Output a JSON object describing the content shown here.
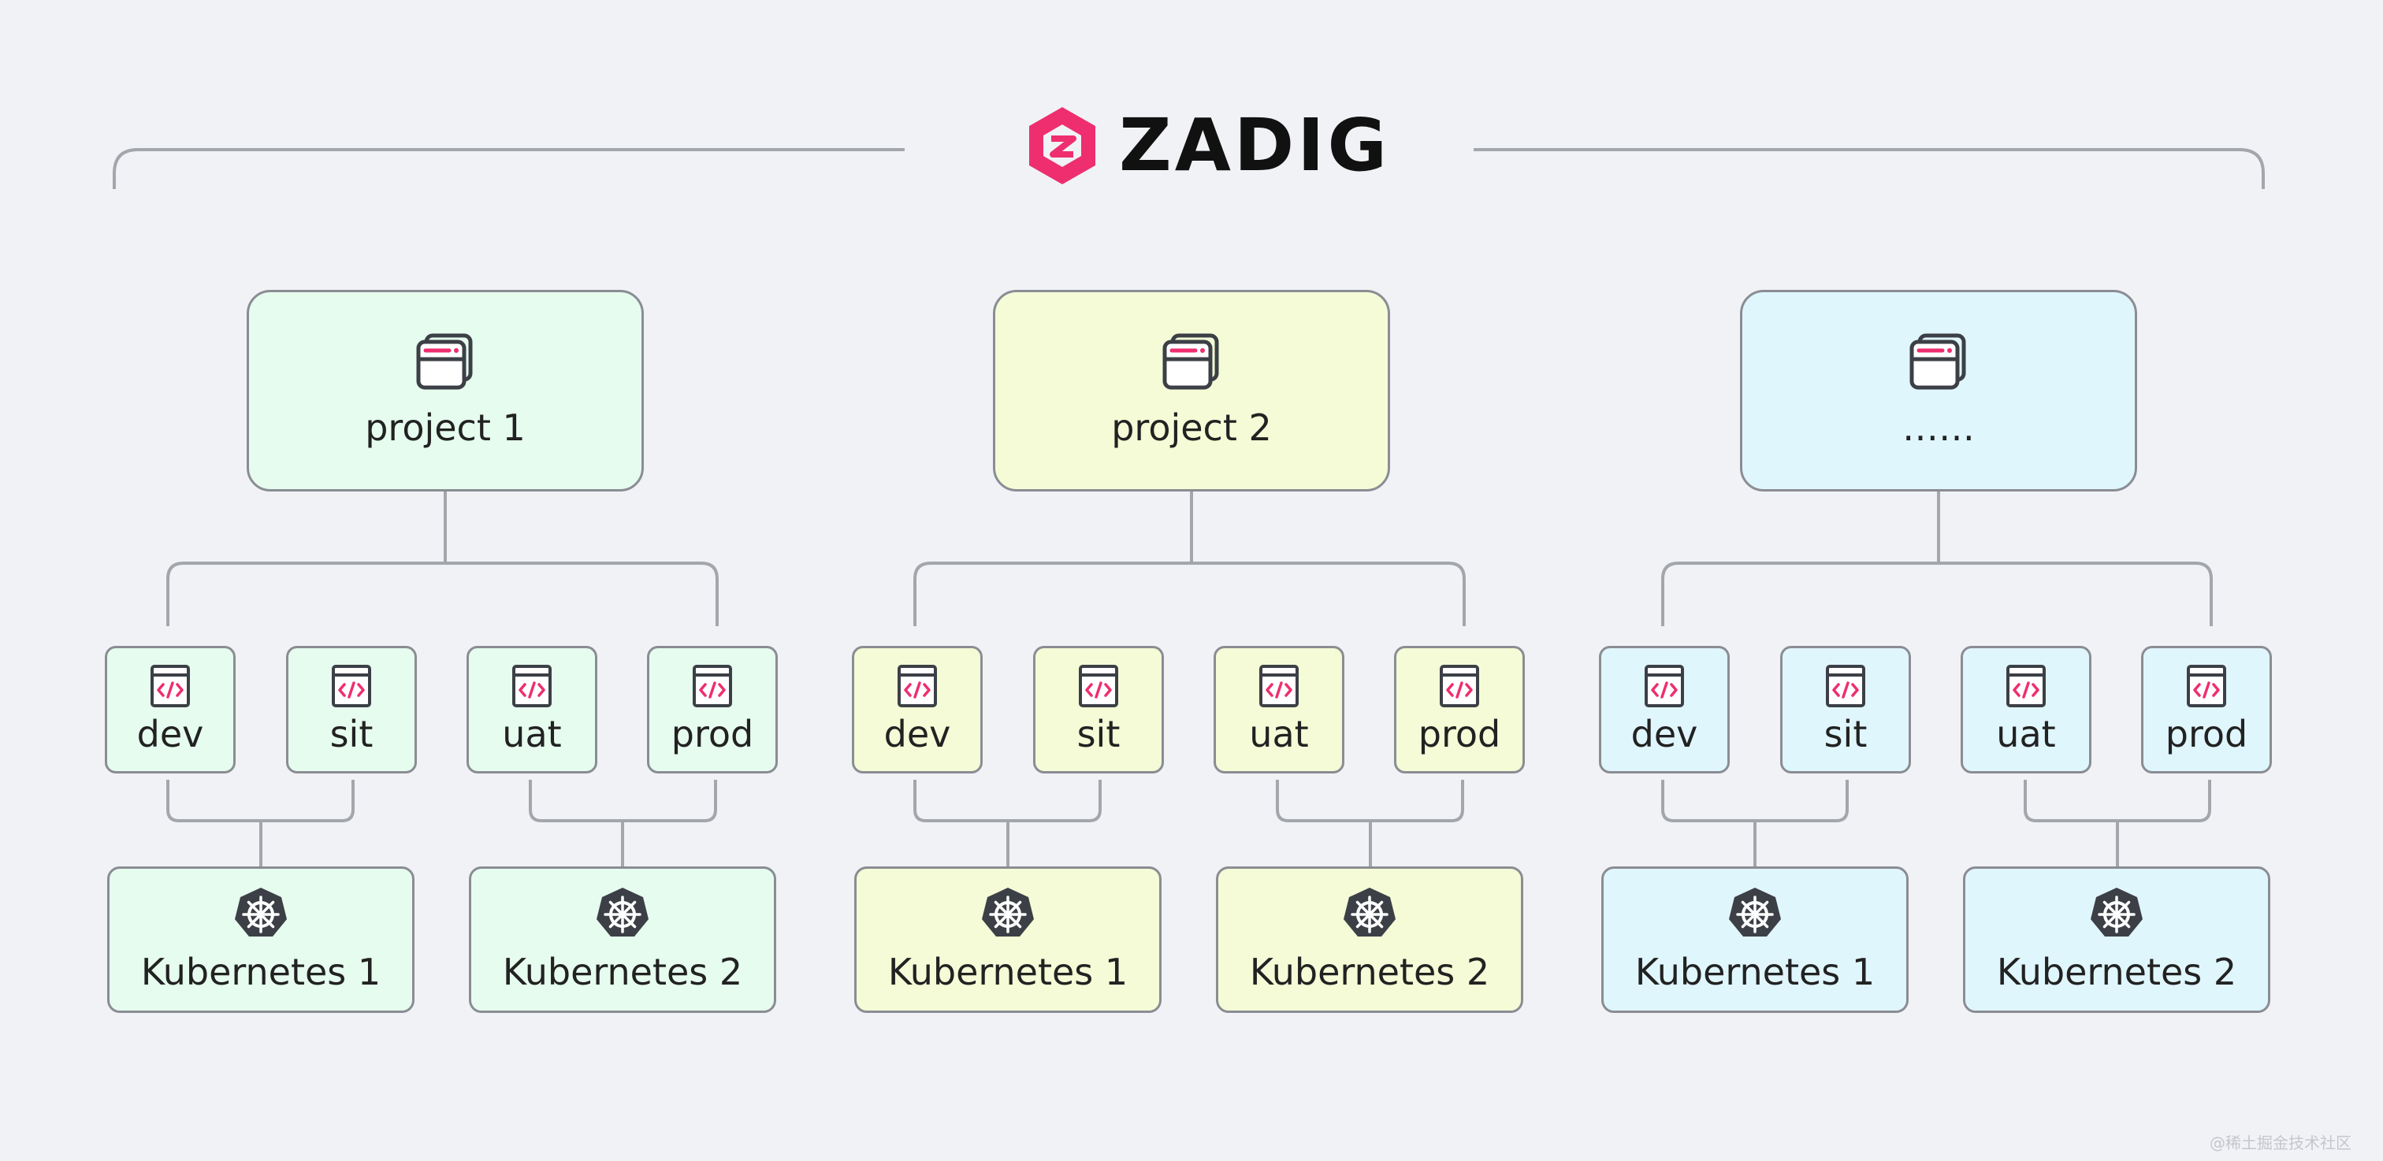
{
  "logo": {
    "text": "ZADIG",
    "icon": "zadig-logo-icon",
    "color": "#ee2e6e"
  },
  "colors": {
    "green": "#e6fcef",
    "yellow": "#f4fbd6",
    "blue": "#e0f6fd",
    "border": "#8a8d93",
    "line": "#a3a6ab",
    "icon_dark": "#3c4046",
    "accent": "#ee2e6e"
  },
  "groups": [
    {
      "project": "project 1",
      "envs": [
        "dev",
        "sit",
        "uat",
        "prod"
      ],
      "clusters": [
        "Kubernetes 1",
        "Kubernetes 2"
      ]
    },
    {
      "project": "project 2",
      "envs": [
        "dev",
        "sit",
        "uat",
        "prod"
      ],
      "clusters": [
        "Kubernetes 1",
        "Kubernetes 2"
      ]
    },
    {
      "project": "……",
      "envs": [
        "dev",
        "sit",
        "uat",
        "prod"
      ],
      "clusters": [
        "Kubernetes 1",
        "Kubernetes 2"
      ]
    }
  ],
  "icons": {
    "project": "window-stack-icon",
    "env": "code-window-icon",
    "cluster": "kubernetes-helm-icon"
  },
  "watermark": "@稀土掘金技术社区"
}
